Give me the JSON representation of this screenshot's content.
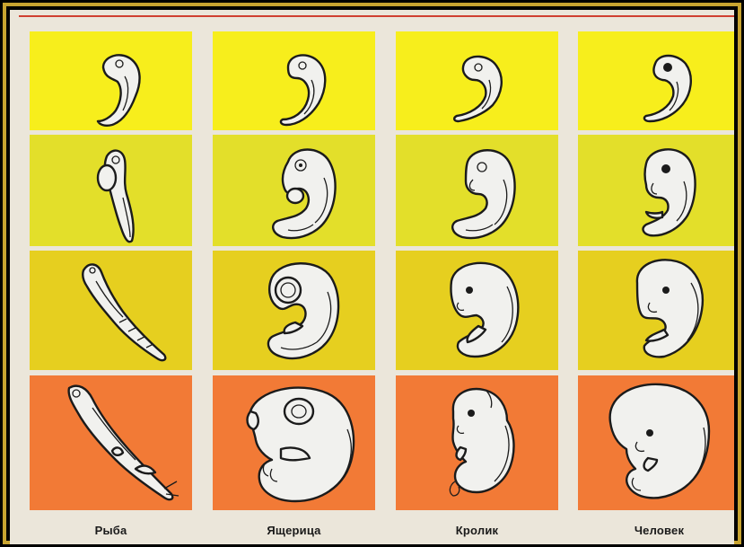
{
  "columns": [
    {
      "id": "fish",
      "label": "Рыба"
    },
    {
      "id": "lizard",
      "label": "Ящерица"
    },
    {
      "id": "rabbit",
      "label": "Кролик"
    },
    {
      "id": "human",
      "label": "Человек"
    }
  ],
  "stages": 4,
  "colors": {
    "row1": "#f7ee1c",
    "row2": "#e3df2a",
    "row3": "#e6cf1f",
    "row4": "#f27a36",
    "border": "#c8a430",
    "paper": "#ebe6da",
    "rule": "#d04030",
    "embryo_fill": "#f1f1ee",
    "embryo_shade": "#b9b9b2",
    "outline": "#1b1b1b"
  }
}
